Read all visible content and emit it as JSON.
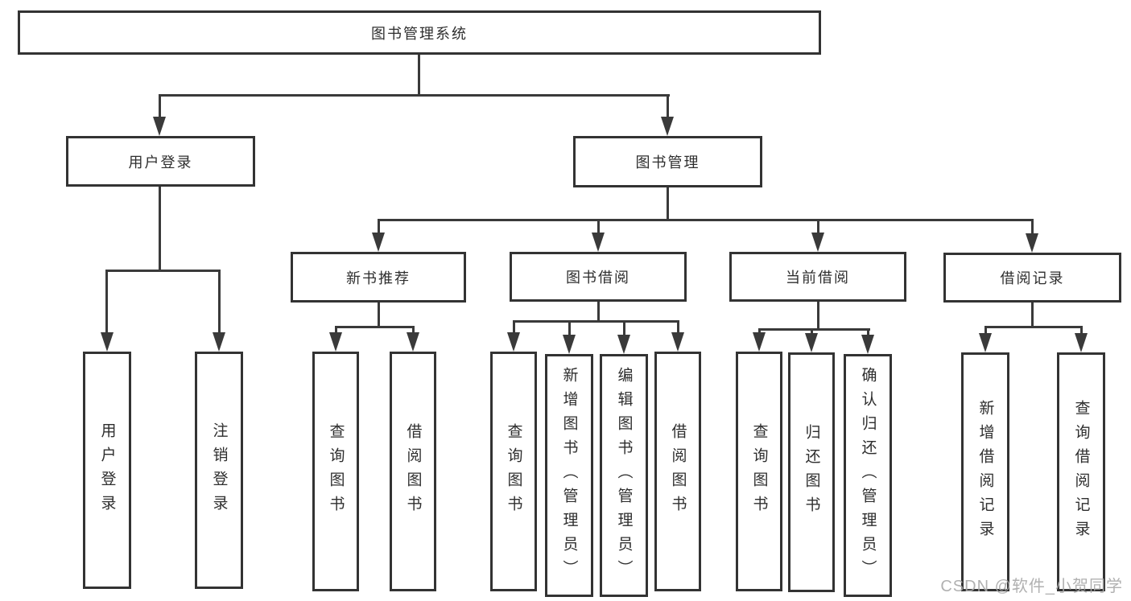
{
  "tree": {
    "root": {
      "label": "图书管理系统"
    },
    "branches": [
      {
        "label": "用户登录",
        "children": [
          {
            "label": "用户登录"
          },
          {
            "label": "注销登录"
          }
        ]
      },
      {
        "label": "图书管理",
        "children": [
          {
            "label": "新书推荐",
            "children": [
              {
                "label": "查询图书"
              },
              {
                "label": "借阅图书"
              }
            ]
          },
          {
            "label": "图书借阅",
            "children": [
              {
                "label": "查询图书"
              },
              {
                "label": "新增图书（管理员）"
              },
              {
                "label": "编辑图书（管理员）"
              },
              {
                "label": "借阅图书"
              }
            ]
          },
          {
            "label": "当前借阅",
            "children": [
              {
                "label": "查询图书"
              },
              {
                "label": "归还图书"
              },
              {
                "label": "确认归还（管理员）"
              }
            ]
          },
          {
            "label": "借阅记录",
            "children": [
              {
                "label": "新增借阅记录"
              },
              {
                "label": "查询借阅记录"
              }
            ]
          }
        ]
      }
    ]
  },
  "watermark": "CSDN @软件_小贺同学",
  "colors": {
    "background": "#ffffff",
    "line": "#3a3a3a",
    "box_border": "#333333",
    "text": "#2e2e2e",
    "watermark": "#a8a8a8"
  }
}
